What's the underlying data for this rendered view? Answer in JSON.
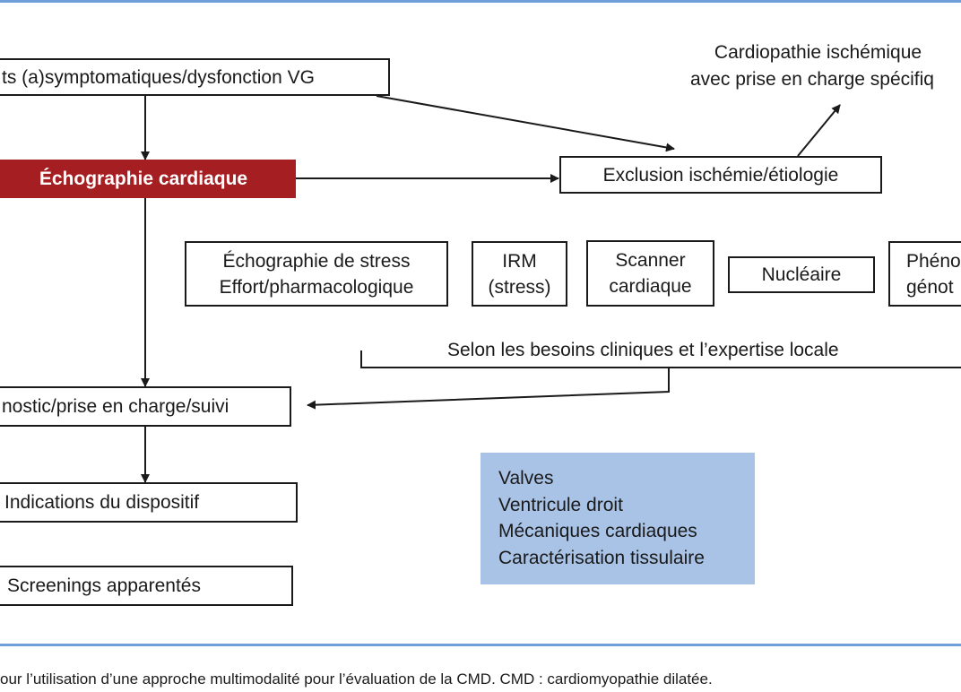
{
  "colors": {
    "rule": "#6f9fd8",
    "accent_red": "#a51e22",
    "panel_blue": "#a9c3e6",
    "stroke": "#1a1a1a"
  },
  "nodes": {
    "patients": "ts (a)symptomatiques/dysfonction VG",
    "echo": "Échographie cardiaque",
    "exclusion": "Exclusion ischémie/étiologie",
    "ischemic_line1": "Cardiopathie ischémique",
    "ischemic_line2": "avec prise en charge spécifiq",
    "stress_echo_line1": "Échographie de stress",
    "stress_echo_line2": "Effort/pharmacologique",
    "irm_line1": "IRM",
    "irm_line2": "(stress)",
    "scanner_line1": "Scanner",
    "scanner_line2": "cardiaque",
    "nucleaire": "Nucléaire",
    "pheno_line1": "Phéno",
    "pheno_line2": "génot",
    "selon": "Selon les besoins cliniques et l’expertise locale",
    "diagnostic": "nostic/prise en charge/suivi",
    "indications": "Indications du dispositif",
    "screenings": "Screenings apparentés"
  },
  "panel_items": [
    "Valves",
    "Ventricule droit",
    "Mécaniques cardiaques",
    "Caractérisation tissulaire"
  ],
  "caption": "our l’utilisation d’une approche multimodalité pour l’évaluation de la CMD. CMD : cardiomyopathie dilatée."
}
